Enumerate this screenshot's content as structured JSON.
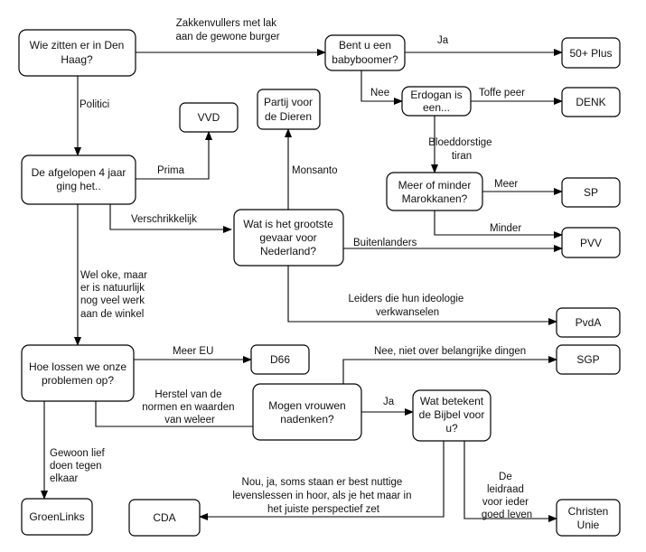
{
  "nodes": {
    "start": [
      "Wie zitten er in Den",
      "Haag?"
    ],
    "babyboomer": [
      "Bent u een",
      "babyboomer?"
    ],
    "plus50": [
      "50+ Plus"
    ],
    "erdogan": [
      "Erdogan is",
      "een..."
    ],
    "denk": [
      "DENK"
    ],
    "vvd": [
      "VVD"
    ],
    "pvdd": [
      "Partij voor",
      "de Dieren"
    ],
    "afgelopen": [
      "De afgelopen 4 jaar",
      "ging het.."
    ],
    "marokkanen": [
      "Meer of minder",
      "Marokkanen?"
    ],
    "sp": [
      "SP"
    ],
    "gevaar": [
      "Wat is het grootste",
      "gevaar voor",
      "Nederland?"
    ],
    "pvv": [
      "PVV"
    ],
    "pvda": [
      "PvdA"
    ],
    "problemen": [
      "Hoe lossen we onze",
      "problemen op?"
    ],
    "d66": [
      "D66"
    ],
    "sgp": [
      "SGP"
    ],
    "vrouwen": [
      "Mogen vrouwen",
      "nadenken?"
    ],
    "bijbel": [
      "Wat betekent",
      "de Bijbel voor",
      "u?"
    ],
    "groenlinks": [
      "GroenLinks"
    ],
    "cda": [
      "CDA"
    ],
    "christenunie": [
      "Christen",
      "Unie"
    ]
  },
  "edge_labels": {
    "zakkenvullers": [
      "Zakkenvullers met lak",
      "aan de gewone burger"
    ],
    "ja1": [
      "Ja"
    ],
    "nee1": [
      "Nee"
    ],
    "toffe_peer": [
      "Toffe peer"
    ],
    "politici": [
      "Politici"
    ],
    "bloeddorstige": [
      "Bloeddorstige",
      "tiran"
    ],
    "prima": [
      "Prima"
    ],
    "monsanto": [
      "Monsanto"
    ],
    "meer": [
      "Meer"
    ],
    "verschrikkelijk": [
      "Verschrikkelijk"
    ],
    "minder": [
      "Minder"
    ],
    "buitenlanders": [
      "Buitenlanders"
    ],
    "wel_oke": [
      "Wel oke, maar",
      "er is natuurlijk",
      "nog veel werk",
      "aan de winkel"
    ],
    "leiders": [
      "Leiders die hun ideologie",
      "verkwanselen"
    ],
    "meer_eu": [
      "Meer EU"
    ],
    "nee_niet": [
      "Nee, niet over belangrijke dingen"
    ],
    "herstel": [
      "Herstel van de",
      "normen en waarden",
      "van weleer"
    ],
    "ja2": [
      "Ja"
    ],
    "gewoon_lief": [
      "Gewoon lief",
      "doen tegen",
      "elkaar"
    ],
    "nou_ja": [
      "Nou, ja, soms staan er best nuttige",
      "levenslessen in hoor, als je het maar in",
      "het juiste perspectief zet"
    ],
    "leidraad": [
      "De",
      "leidraad",
      "voor ieder",
      "goed leven"
    ]
  }
}
